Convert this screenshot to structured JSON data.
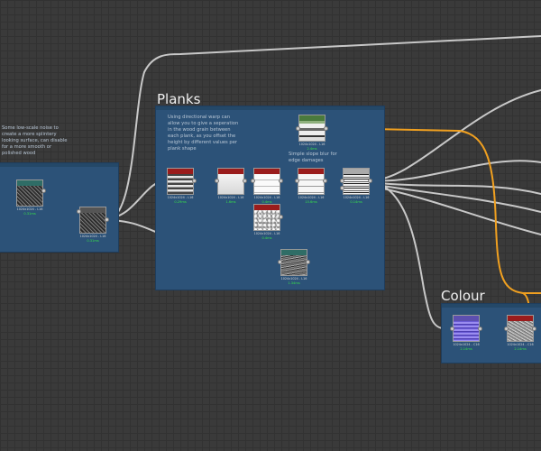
{
  "colors": {
    "canvas": "#3a3a3a",
    "frame": "#2c5278",
    "wire": "#c8c8c8",
    "wire_orange": "#f0a020",
    "time_text": "#37e04a"
  },
  "frames": {
    "left": {
      "comment": "Some low-scale noise to\ncreate a more splintery\nlooking surface, can disable\nfor a more smooth or\npolished wood"
    },
    "planks": {
      "title": "Planks",
      "comment_warp": "Using directional warp can\nallow you to give a seperation\nin the wood grain between\neach plank, as you offset the\nheight by different values per\nplank shape",
      "comment_blur": "Simple slope blur for\nedge damages"
    },
    "colour": {
      "title": "Colour"
    }
  },
  "nodes": {
    "left_noise": {
      "label": "1024x1024 - L16",
      "time": "0.31ms"
    },
    "left_blend": {
      "label": "1024x1024 - L16",
      "time": "0.31ms"
    },
    "planks_a": {
      "label": "1024x1024 - L16",
      "time": "0.29ms"
    },
    "planks_b": {
      "label": "1024x1024 - L16",
      "time": "1.6ms"
    },
    "planks_c": {
      "label": "1024x1024 - L16",
      "time": "0.4ms"
    },
    "planks_noise": {
      "label": "1024x1024 - L16",
      "time": "0.4ms"
    },
    "planks_d": {
      "label": "1024x1024 - L16",
      "time": "15.6ms"
    },
    "planks_top": {
      "label": "1024x1024 - L16",
      "time": "2.4ms"
    },
    "planks_e": {
      "label": "1024x1024 - L16",
      "time": "0.14ms"
    },
    "planks_bottom": {
      "label": "1024x1024 - L16",
      "time": "1.34ms"
    },
    "colour_gradient": {
      "label": "1024x1024 - C16",
      "time": "2.14ms"
    },
    "colour_blend": {
      "label": "1024x1024 - C16",
      "time": "2.14ms"
    }
  }
}
